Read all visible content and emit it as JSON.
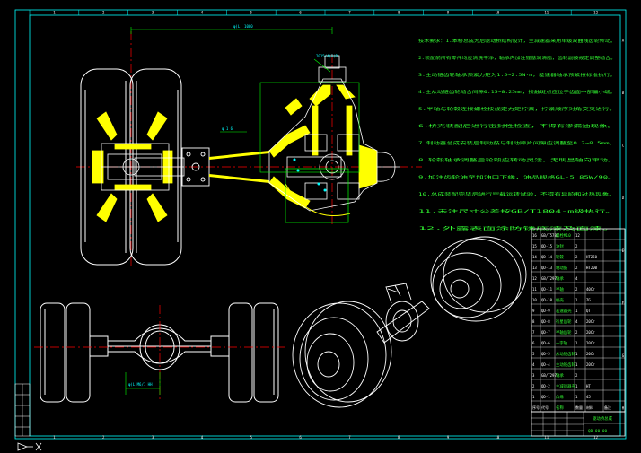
{
  "sheet": {
    "zone_numbers_top": [
      "1",
      "2",
      "3",
      "4",
      "5",
      "6",
      "7",
      "8",
      "9",
      "10",
      "11",
      "12"
    ],
    "zone_numbers_bottom": [
      "1",
      "2",
      "3",
      "4",
      "5",
      "6",
      "7",
      "8",
      "9",
      "10",
      "11",
      "12"
    ],
    "zone_letters": [
      "A",
      "B",
      "C",
      "D",
      "E",
      "F",
      "G",
      "H"
    ]
  },
  "annotations": {
    "top_dimension": "φ(L) 1000",
    "hub_callout": "2015/4(B)D",
    "flange_callout": "φ 1 6",
    "bottom_callout": "φ(L)M6/1\nHH"
  },
  "notes": {
    "lines": [
      "技术要求：1.本桥总成为后驱动桥结构设计，主减速器采用单级双曲线齿轮传动。",
      "2.装配前所有零件均应清洗干净，轴承内加注锂基润滑脂，齿轮副按规定调整啮合。",
      "3.主动锥齿轮轴承预紧力矩为1.5~2.5N·m，差速器轴承预紧按标准执行。",
      "4.主从动锥齿轮啮合间隙0.15~0.25mm，接触斑点应位于齿面中部偏小端。",
      "5.半轴与轮毂连接螺栓按规定力矩拧紧，拧紧顺序对角交叉进行。",
      "6.桥壳装配后进行密封性检查，不得有渗漏油现象。",
      "7.制动器总成安装后制动鼓与制动蹄片间隙应调整至0.3~0.5mm。",
      "8.轮毂轴承调整后轮毂应转动灵活，无明显轴向窜动。",
      "9.加注齿轮油至加油口下缘，油品规格GL-5 85W/90。",
      "10.总成装配完毕后进行空载运转试验，不得有异响和过热现象。",
      "11.未注尺寸公差按GB/T1804-m级执行。",
      "12.外露表面涂防锈底漆及面漆。"
    ]
  },
  "bom": {
    "rows": [
      [
        "16",
        "GB/T5783",
        "螺栓M10",
        "12",
        "",
        ""
      ],
      [
        "15",
        "QD-15",
        "油封",
        "2",
        "",
        ""
      ],
      [
        "14",
        "QD-14",
        "轮毂",
        "2",
        "HT250",
        ""
      ],
      [
        "13",
        "QD-13",
        "制动鼓",
        "2",
        "HT200",
        ""
      ],
      [
        "12",
        "GB/T297",
        "轴承",
        "4",
        "",
        ""
      ],
      [
        "11",
        "QD-11",
        "半轴",
        "2",
        "40Cr",
        ""
      ],
      [
        "10",
        "QD-10",
        "桥壳",
        "1",
        "ZG",
        ""
      ],
      [
        "9",
        "QD-9",
        "差速器壳",
        "1",
        "QT",
        ""
      ],
      [
        "8",
        "QD-8",
        "行星齿轮",
        "4",
        "20Cr",
        ""
      ],
      [
        "7",
        "QD-7",
        "半轴齿轮",
        "2",
        "20Cr",
        ""
      ],
      [
        "6",
        "QD-6",
        "十字轴",
        "1",
        "20Cr",
        ""
      ],
      [
        "5",
        "QD-5",
        "从动锥齿轮",
        "1",
        "20Cr",
        ""
      ],
      [
        "4",
        "QD-4",
        "主动锥齿轮",
        "1",
        "20Cr",
        ""
      ],
      [
        "3",
        "GB/T297",
        "轴承",
        "2",
        "",
        ""
      ],
      [
        "2",
        "QD-2",
        "主减速器壳",
        "1",
        "HT",
        ""
      ],
      [
        "1",
        "QD-1",
        "凸缘",
        "1",
        "45",
        ""
      ]
    ],
    "header": [
      "序号",
      "代号",
      "名称",
      "数量",
      "材料",
      "备注"
    ]
  },
  "title_block": {
    "drawing_title": "驱动桥总成",
    "drawing_code": "QD-00-00"
  },
  "colors": {
    "frame": "#00ffff",
    "lines": "#ffffff",
    "fill": "#ffff00",
    "notes": "#33ff33",
    "center": "#ff0000",
    "accent": "#00ff00"
  }
}
